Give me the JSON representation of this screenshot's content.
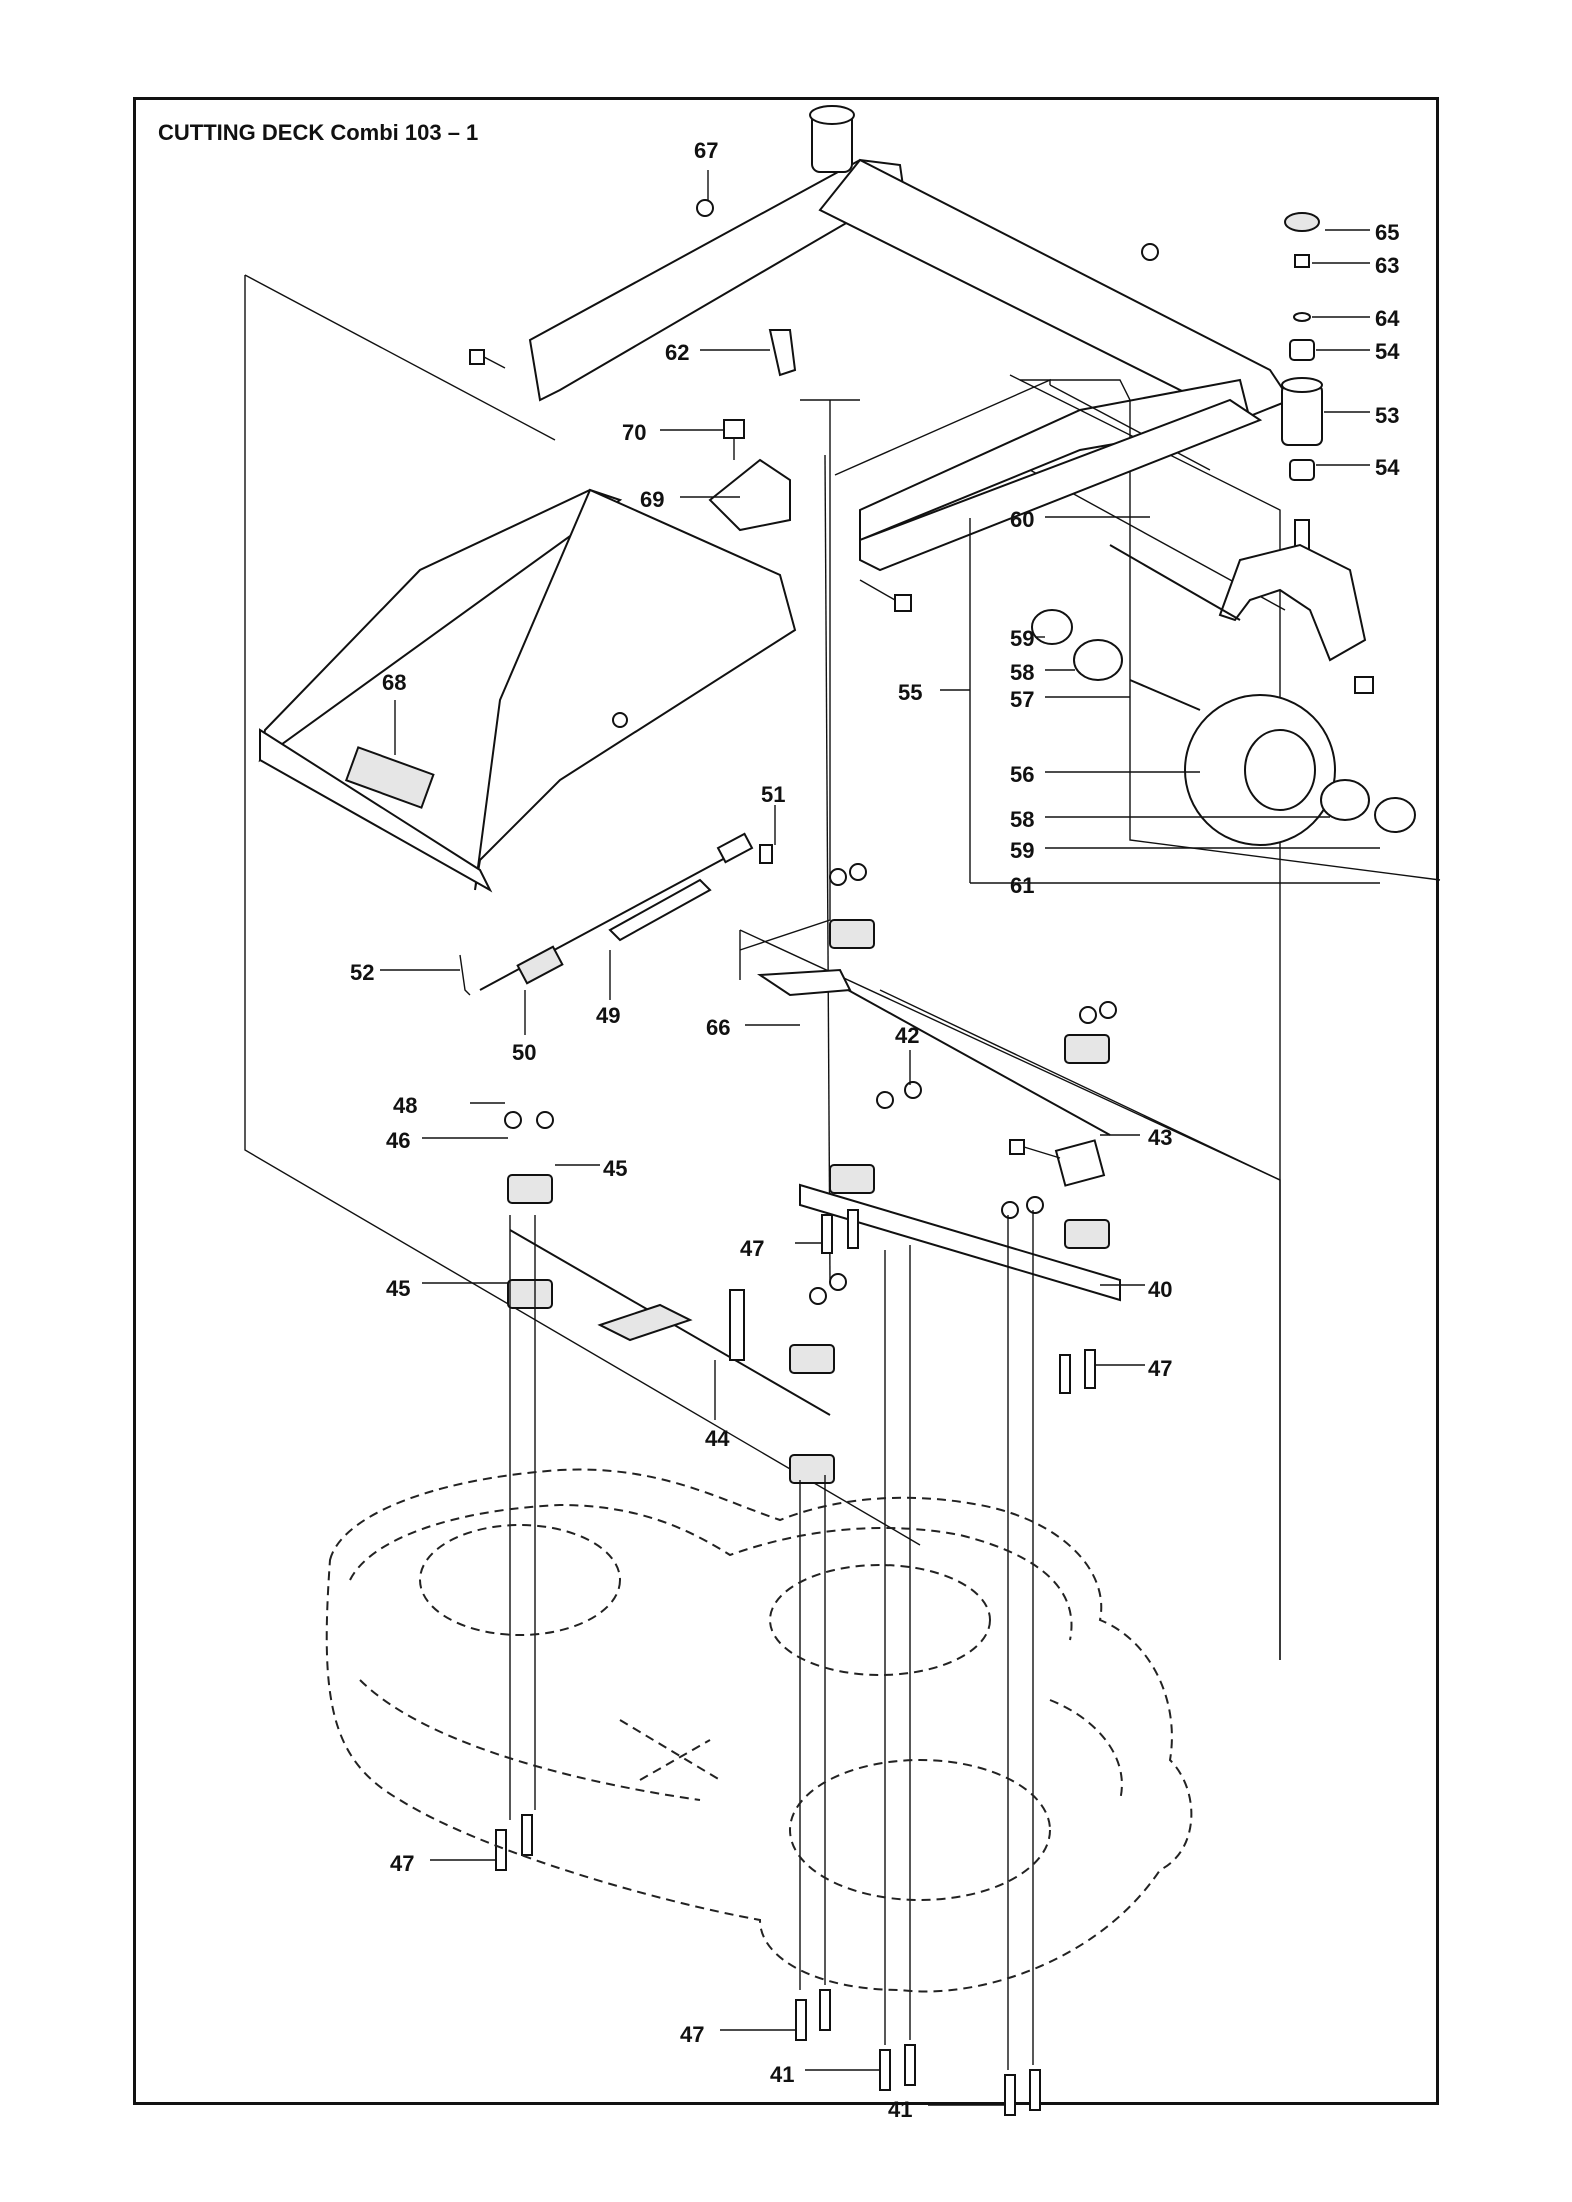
{
  "title": "CUTTING DECK Combi 103 – 1",
  "colors": {
    "line": "#111111",
    "background": "#ffffff",
    "part_fill": "#e6e6e6"
  },
  "callouts": [
    {
      "id": "c40",
      "label": "40"
    },
    {
      "id": "c41a",
      "label": "41"
    },
    {
      "id": "c41b",
      "label": "41"
    },
    {
      "id": "c42",
      "label": "42"
    },
    {
      "id": "c43",
      "label": "43"
    },
    {
      "id": "c44",
      "label": "44"
    },
    {
      "id": "c45a",
      "label": "45"
    },
    {
      "id": "c45b",
      "label": "45"
    },
    {
      "id": "c46",
      "label": "46"
    },
    {
      "id": "c47a",
      "label": "47"
    },
    {
      "id": "c47b",
      "label": "47"
    },
    {
      "id": "c47c",
      "label": "47"
    },
    {
      "id": "c47d",
      "label": "47"
    },
    {
      "id": "c48",
      "label": "48"
    },
    {
      "id": "c49",
      "label": "49"
    },
    {
      "id": "c50",
      "label": "50"
    },
    {
      "id": "c51",
      "label": "51"
    },
    {
      "id": "c52",
      "label": "52"
    },
    {
      "id": "c53",
      "label": "53"
    },
    {
      "id": "c54a",
      "label": "54"
    },
    {
      "id": "c54b",
      "label": "54"
    },
    {
      "id": "c55",
      "label": "55"
    },
    {
      "id": "c56",
      "label": "56"
    },
    {
      "id": "c57",
      "label": "57"
    },
    {
      "id": "c58a",
      "label": "58"
    },
    {
      "id": "c58b",
      "label": "58"
    },
    {
      "id": "c59a",
      "label": "59"
    },
    {
      "id": "c59b",
      "label": "59"
    },
    {
      "id": "c60",
      "label": "60"
    },
    {
      "id": "c61",
      "label": "61"
    },
    {
      "id": "c62",
      "label": "62"
    },
    {
      "id": "c63",
      "label": "63"
    },
    {
      "id": "c64",
      "label": "64"
    },
    {
      "id": "c65",
      "label": "65"
    },
    {
      "id": "c66",
      "label": "66"
    },
    {
      "id": "c67",
      "label": "67"
    },
    {
      "id": "c68",
      "label": "68"
    },
    {
      "id": "c69",
      "label": "69"
    },
    {
      "id": "c70",
      "label": "70"
    }
  ]
}
